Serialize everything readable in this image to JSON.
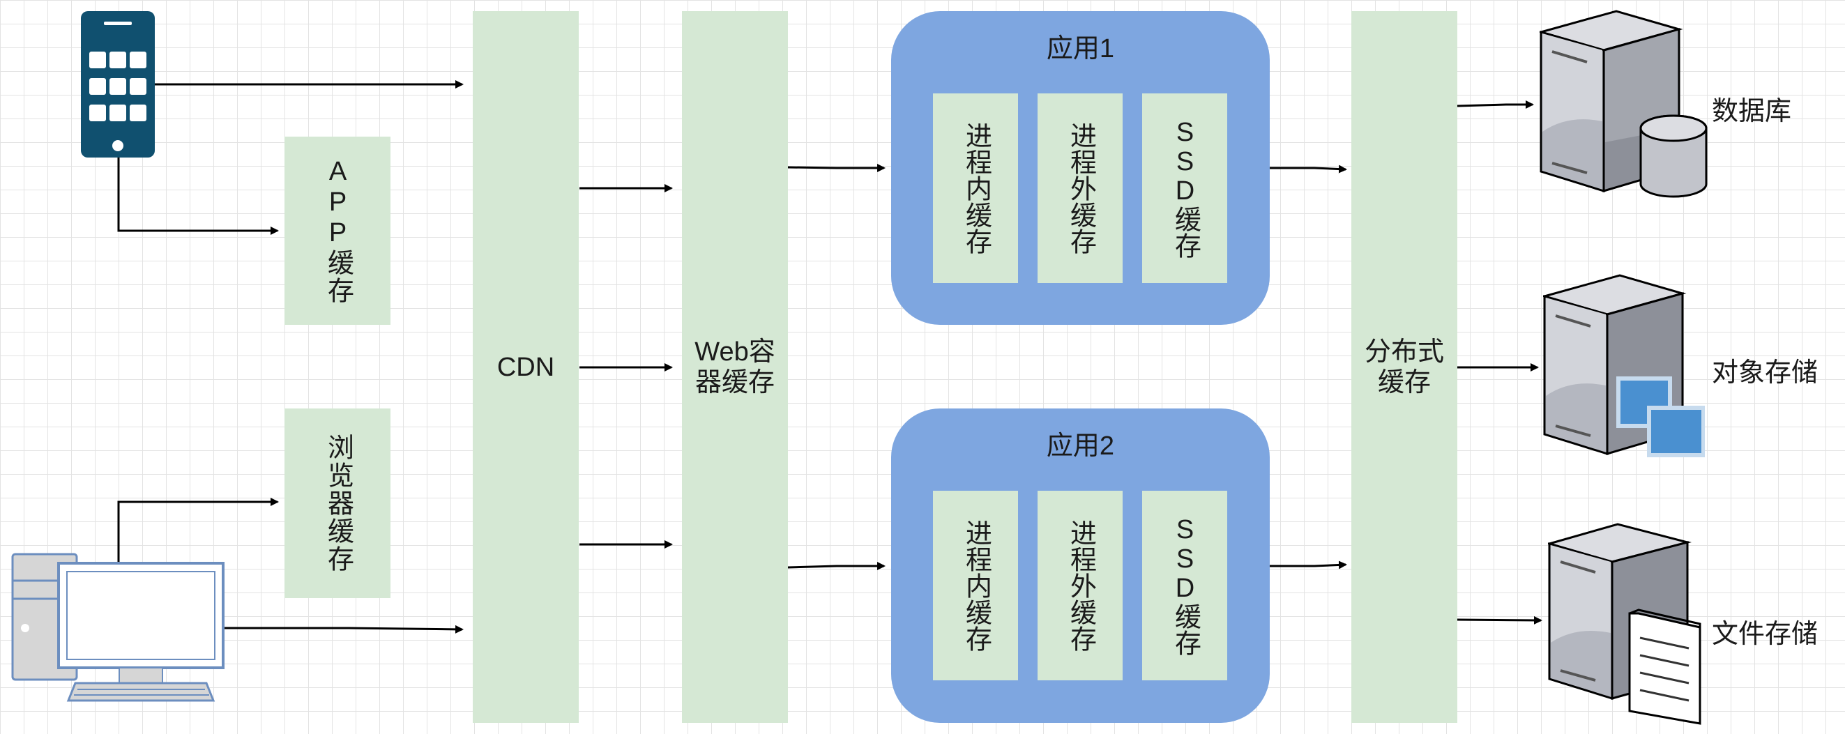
{
  "cache_layers": {
    "app_cache": "APP缓存",
    "browser_cache": "浏览器缓存",
    "cdn": "CDN",
    "web_container_cache": "Web容器缓存",
    "distributed_cache": "分布式缓存"
  },
  "applications": [
    {
      "title": "应用1",
      "caches": [
        "进程内缓存",
        "进程外缓存",
        "SSD缓存"
      ]
    },
    {
      "title": "应用2",
      "caches": [
        "进程内缓存",
        "进程外缓存",
        "SSD缓存"
      ]
    }
  ],
  "storage": {
    "database": "数据库",
    "object_storage": "对象存储",
    "file_storage": "文件存储"
  },
  "icons": [
    "mobile-phone-icon",
    "desktop-computer-icon",
    "database-server-icon",
    "object-storage-server-icon",
    "file-storage-server-icon"
  ]
}
